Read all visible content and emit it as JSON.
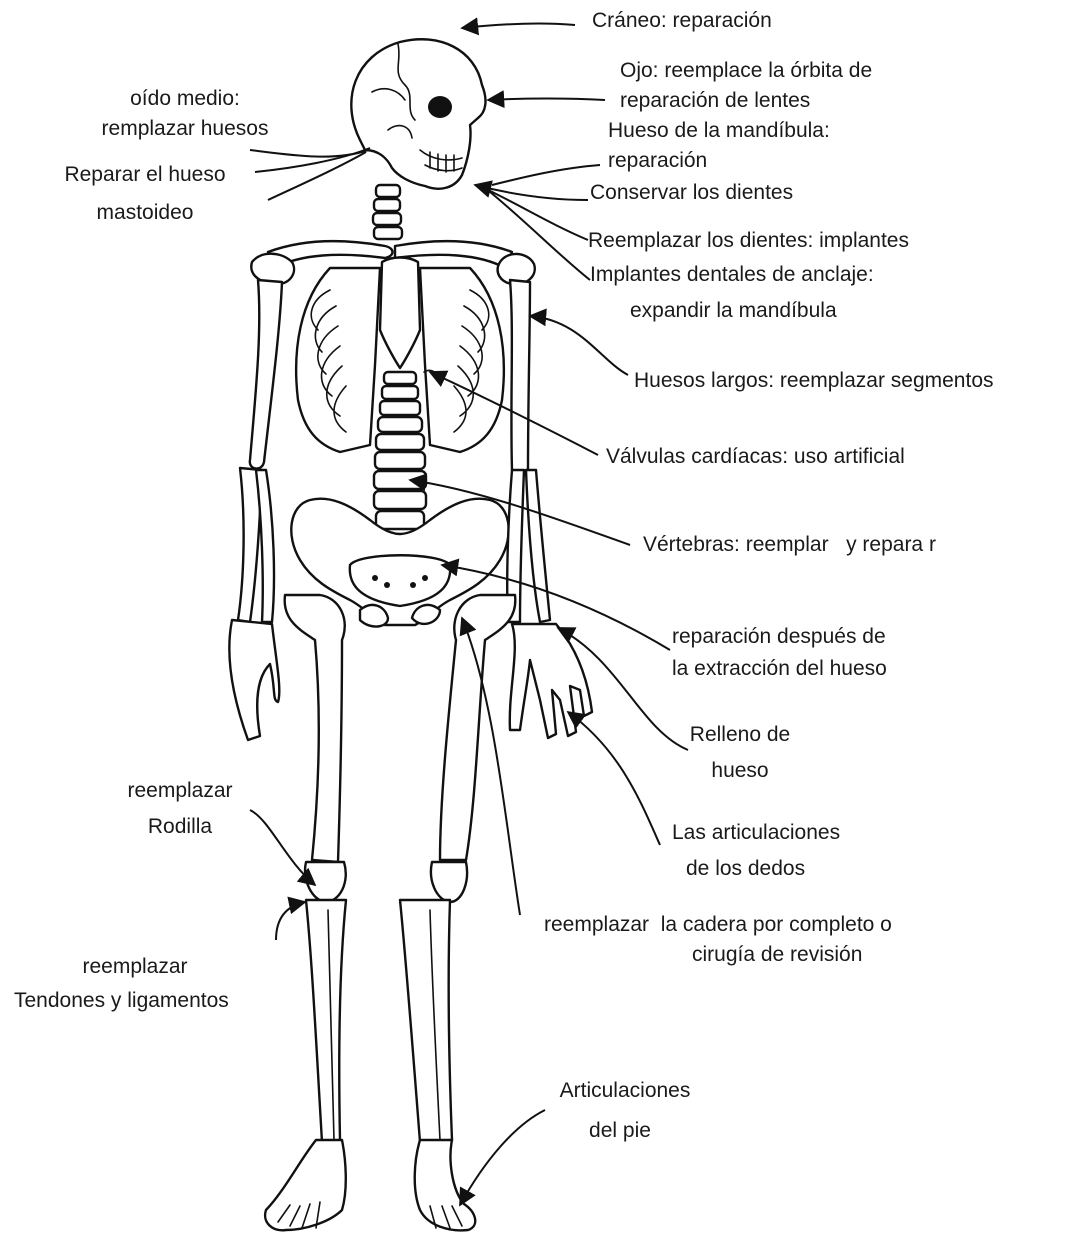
{
  "labels": {
    "skull": "Cráneo: reparación",
    "eye_1": "Ojo: reemplace la órbita de",
    "eye_2": "reparación de lentes",
    "middle_ear_1": "oído medio:",
    "middle_ear_2": "remplazar huesos",
    "jaw_1": "Hueso de la mandíbula:",
    "jaw_2": "reparación",
    "mastoid_1": "Reparar el hueso",
    "mastoid_2": "mastoideo",
    "keep_teeth": "Conservar los dientes",
    "replace_teeth": "Reemplazar los dientes: implantes",
    "anchor_1": "Implantes dentales de anclaje:",
    "anchor_2": "expandir la mandíbula",
    "long_bones": "Huesos largos: reemplazar segmentos",
    "heart_valves": "Válvulas cardíacas: uso artificial",
    "vertebrae": "Vértebras: reemplar   y repara r",
    "extraction_1": "reparación después de",
    "extraction_2": "la extracción del hueso",
    "bone_fill_1": "Relleno de",
    "bone_fill_2": "hueso",
    "knee_1": "reemplazar",
    "knee_2": "Rodilla",
    "finger_joints_1": "Las articulaciones",
    "finger_joints_2": "de los dedos",
    "hip_1": "reemplazar  la cadera por completo o",
    "hip_2": "cirugía de revisión",
    "tendons_1": "reemplazar",
    "tendons_2": "Tendones y ligamentos",
    "foot_1": "Articulaciones",
    "foot_2": "del pie"
  }
}
